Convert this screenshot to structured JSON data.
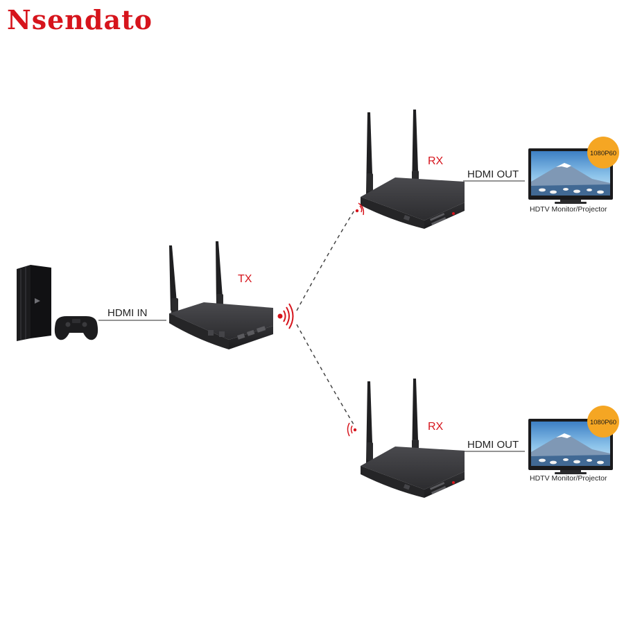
{
  "brand": {
    "name": "Nsendato"
  },
  "colors": {
    "accent": "#d6141c",
    "device": "#2a2a2c",
    "badge": "#f5a623"
  },
  "source": {
    "connection_label": "HDMI IN"
  },
  "transmitter": {
    "label": "TX"
  },
  "receivers": [
    {
      "label": "RX",
      "connection_label": "HDMI OUT",
      "display_caption": "HDTV Monitor/Projector",
      "badge": "1080P60"
    },
    {
      "label": "RX",
      "connection_label": "HDMI OUT",
      "display_caption": "HDTV Monitor/Projector",
      "badge": "1080P60"
    }
  ]
}
